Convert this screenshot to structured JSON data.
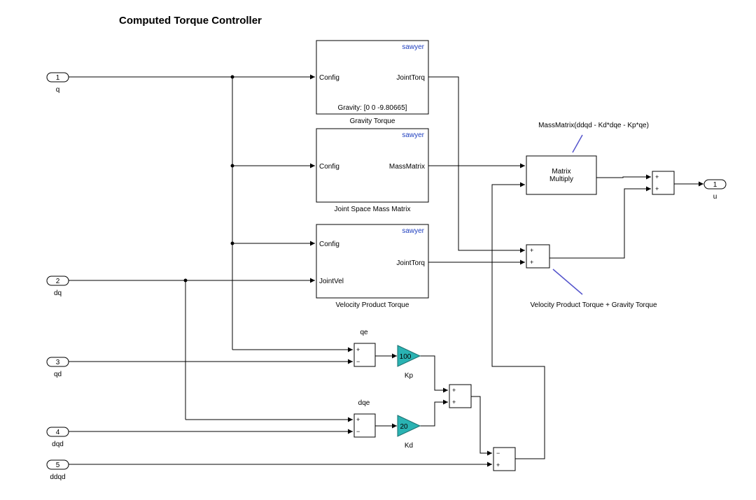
{
  "title": "Computed Torque Controller",
  "colors": {
    "brand": "#1f3fbf",
    "gain_fill": "#2ab3b3",
    "annotation": "#5555cc"
  },
  "inports": [
    {
      "num": "1",
      "name": "q"
    },
    {
      "num": "2",
      "name": "dq"
    },
    {
      "num": "3",
      "name": "qd"
    },
    {
      "num": "4",
      "name": "dqd"
    },
    {
      "num": "5",
      "name": "ddqd"
    }
  ],
  "outport": {
    "num": "1",
    "name": "u"
  },
  "gravity_block": {
    "brand": "sawyer",
    "in": "Config",
    "out": "JointTorq",
    "param": "Gravity: [0 0 -9.80665]",
    "caption": "Gravity Torque"
  },
  "mass_block": {
    "brand": "sawyer",
    "in": "Config",
    "out": "MassMatrix",
    "caption": "Joint Space Mass Matrix"
  },
  "velocity_block": {
    "brand": "sawyer",
    "in1": "Config",
    "in2": "JointVel",
    "out": "JointTorq",
    "caption": "Velocity Product Torque"
  },
  "matrix_multiply": {
    "line1": "Matrix",
    "line2": "Multiply"
  },
  "annotations": {
    "mass": "MassMatrix(ddqd - Kd*dqe -  Kp*qe)",
    "velocity": "Velocity Product Torque + Gravity Torque"
  },
  "sum_qe": {
    "label": "qe",
    "signs": [
      "+",
      "−"
    ]
  },
  "sum_dqe": {
    "label": "dqe",
    "signs": [
      "+",
      "−"
    ]
  },
  "gain_kp": {
    "value": "100",
    "caption": "Kp"
  },
  "gain_kd": {
    "value": "20",
    "caption": "Kd"
  },
  "sum_gains": {
    "signs": [
      "+",
      "+"
    ]
  },
  "sum_ddqd": {
    "signs": [
      "−",
      "+"
    ]
  },
  "sum_torque": {
    "signs": [
      "+",
      "+"
    ]
  },
  "sum_output": {
    "signs": [
      "+",
      "+"
    ]
  }
}
